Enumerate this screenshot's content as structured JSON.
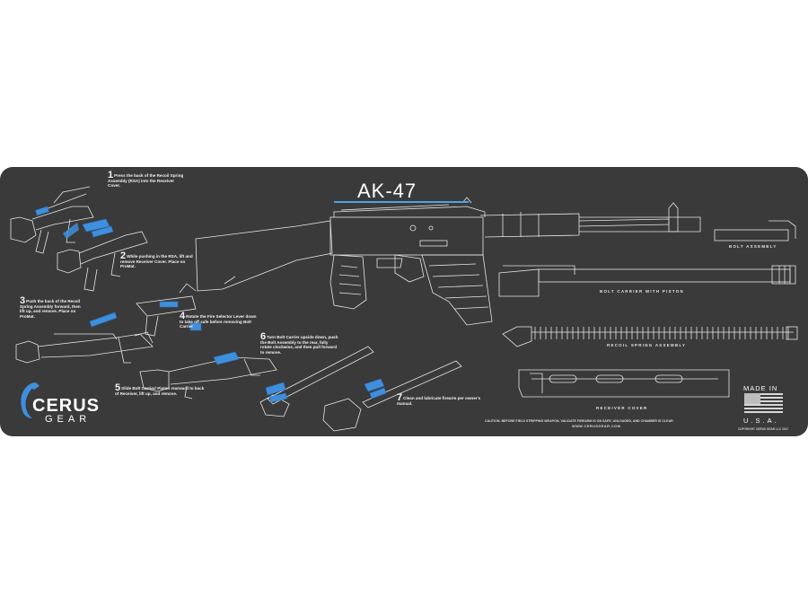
{
  "title": "AK-47",
  "steps": [
    {
      "num": "1",
      "text": "Press the back of the Recoil Spring Assembly (RSA) into the Receiver Cover."
    },
    {
      "num": "2",
      "text": "While pushing in the RSA, lift and remove Receiver Cover. Place on ProMat."
    },
    {
      "num": "3",
      "text": "Push the back of the Recoil Spring Assembly forward, then lift up, and remove. Place on ProMat."
    },
    {
      "num": "4",
      "text": "Rotate the Fire Selector Lever down to take off safe before removing Bolt Carrier"
    },
    {
      "num": "5",
      "text": "Slide Bolt Carrier/ Piston rearward to back of Receiver, lift up, and remove."
    },
    {
      "num": "6",
      "text": "Turn Bolt Carrier upside down, push the Bolt Assembly to the rear, fully rotate clockwise, and then pull forward to remove."
    },
    {
      "num": "7",
      "text": "Clean and lubricate firearm per owner's manual."
    }
  ],
  "parts": {
    "bolt_assembly": "BOLT ASSEMBLY",
    "bolt_carrier": "BOLT CARRIER WITH PISTON",
    "recoil_spring": "RECOIL SPRING ASSEMBLY",
    "receiver_cover": "RECEIVER COVER"
  },
  "badge": {
    "made_in": "MADE IN",
    "country": "U.S.A."
  },
  "caution": "CAUTION: BEFORE FIELD STRIPPING WEAPON, VALIDATE FIREARM IS ON SAFE, UNLOADED, AND CHAMBER IS CLEAR",
  "website": "WWW.CERUSGEAR.COM",
  "copyright": "COPYRIGHT CERUS GEAR LLC 2017",
  "logo": {
    "brand": "CERUS",
    "sub": "GEAR"
  },
  "colors": {
    "mat": "#3a3a3b",
    "accent": "#3f8fdc",
    "line": "#e6e6e6"
  }
}
